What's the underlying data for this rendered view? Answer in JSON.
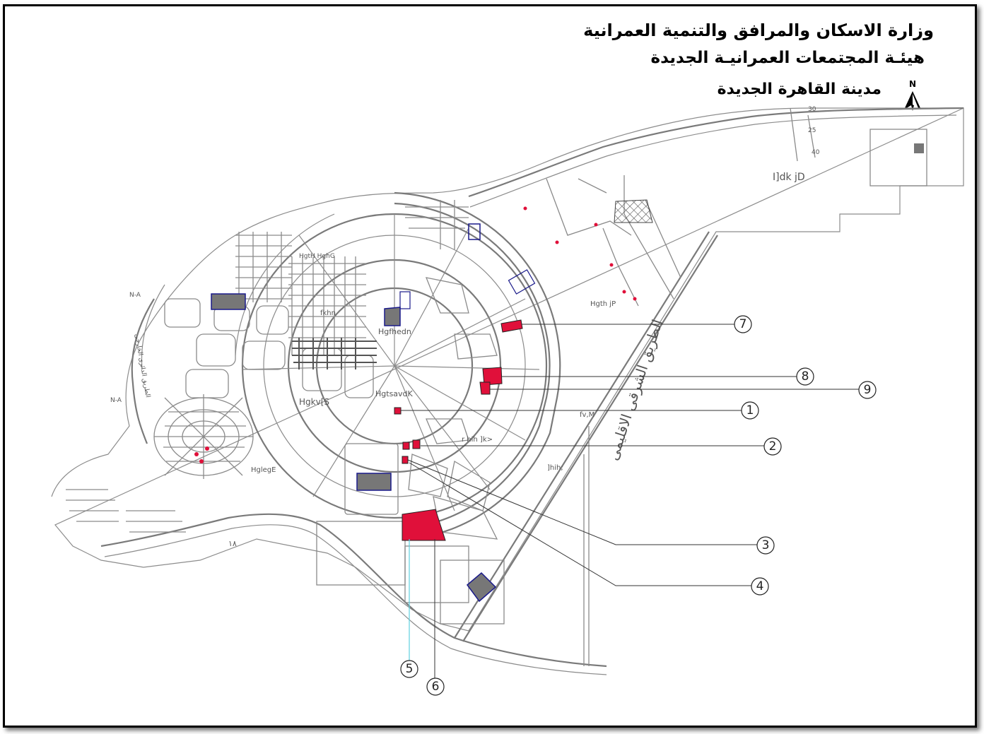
{
  "title": {
    "line1": "وزارة الاسكان والمرافق والتنمية العمرانية",
    "line2": "هيئـة المجتمعات العمرانيـة الجديدة",
    "line3": "مدينة القاهرة الجديدة"
  },
  "north_label": "N",
  "colors": {
    "highlight_parcel": "#e0103a",
    "reserved_parcel": "#777777",
    "road": "#7a7a7a",
    "parcel_outline": "#1a1a8a"
  },
  "map_labels": {
    "ring_road_west": "N-A",
    "ring_road_west_2": "N-A",
    "east_area": "I]dk jD",
    "road_numbers": [
      "30",
      "25",
      "40"
    ],
    "district_a": "Hgkv[S",
    "district_b": "HgtsavdK",
    "district_c": "HglegE",
    "district_d": "Hgth jP",
    "district_e": "fv,M",
    "district_f": "]hih;",
    "district_g": "r hih ]k>",
    "district_h": "fkhn",
    "district_i": "Hgfhedn",
    "district_j": "HgtH HghG",
    "highway_label": "الطريق الشرقى الاقليمى",
    "west_road_label": "الطريق الدائرى الخارجى",
    "area_18": "١٨"
  },
  "callouts": [
    {
      "number": "1"
    },
    {
      "number": "2"
    },
    {
      "number": "3"
    },
    {
      "number": "4"
    },
    {
      "number": "5"
    },
    {
      "number": "6"
    },
    {
      "number": "7"
    },
    {
      "number": "8"
    },
    {
      "number": "9"
    }
  ]
}
